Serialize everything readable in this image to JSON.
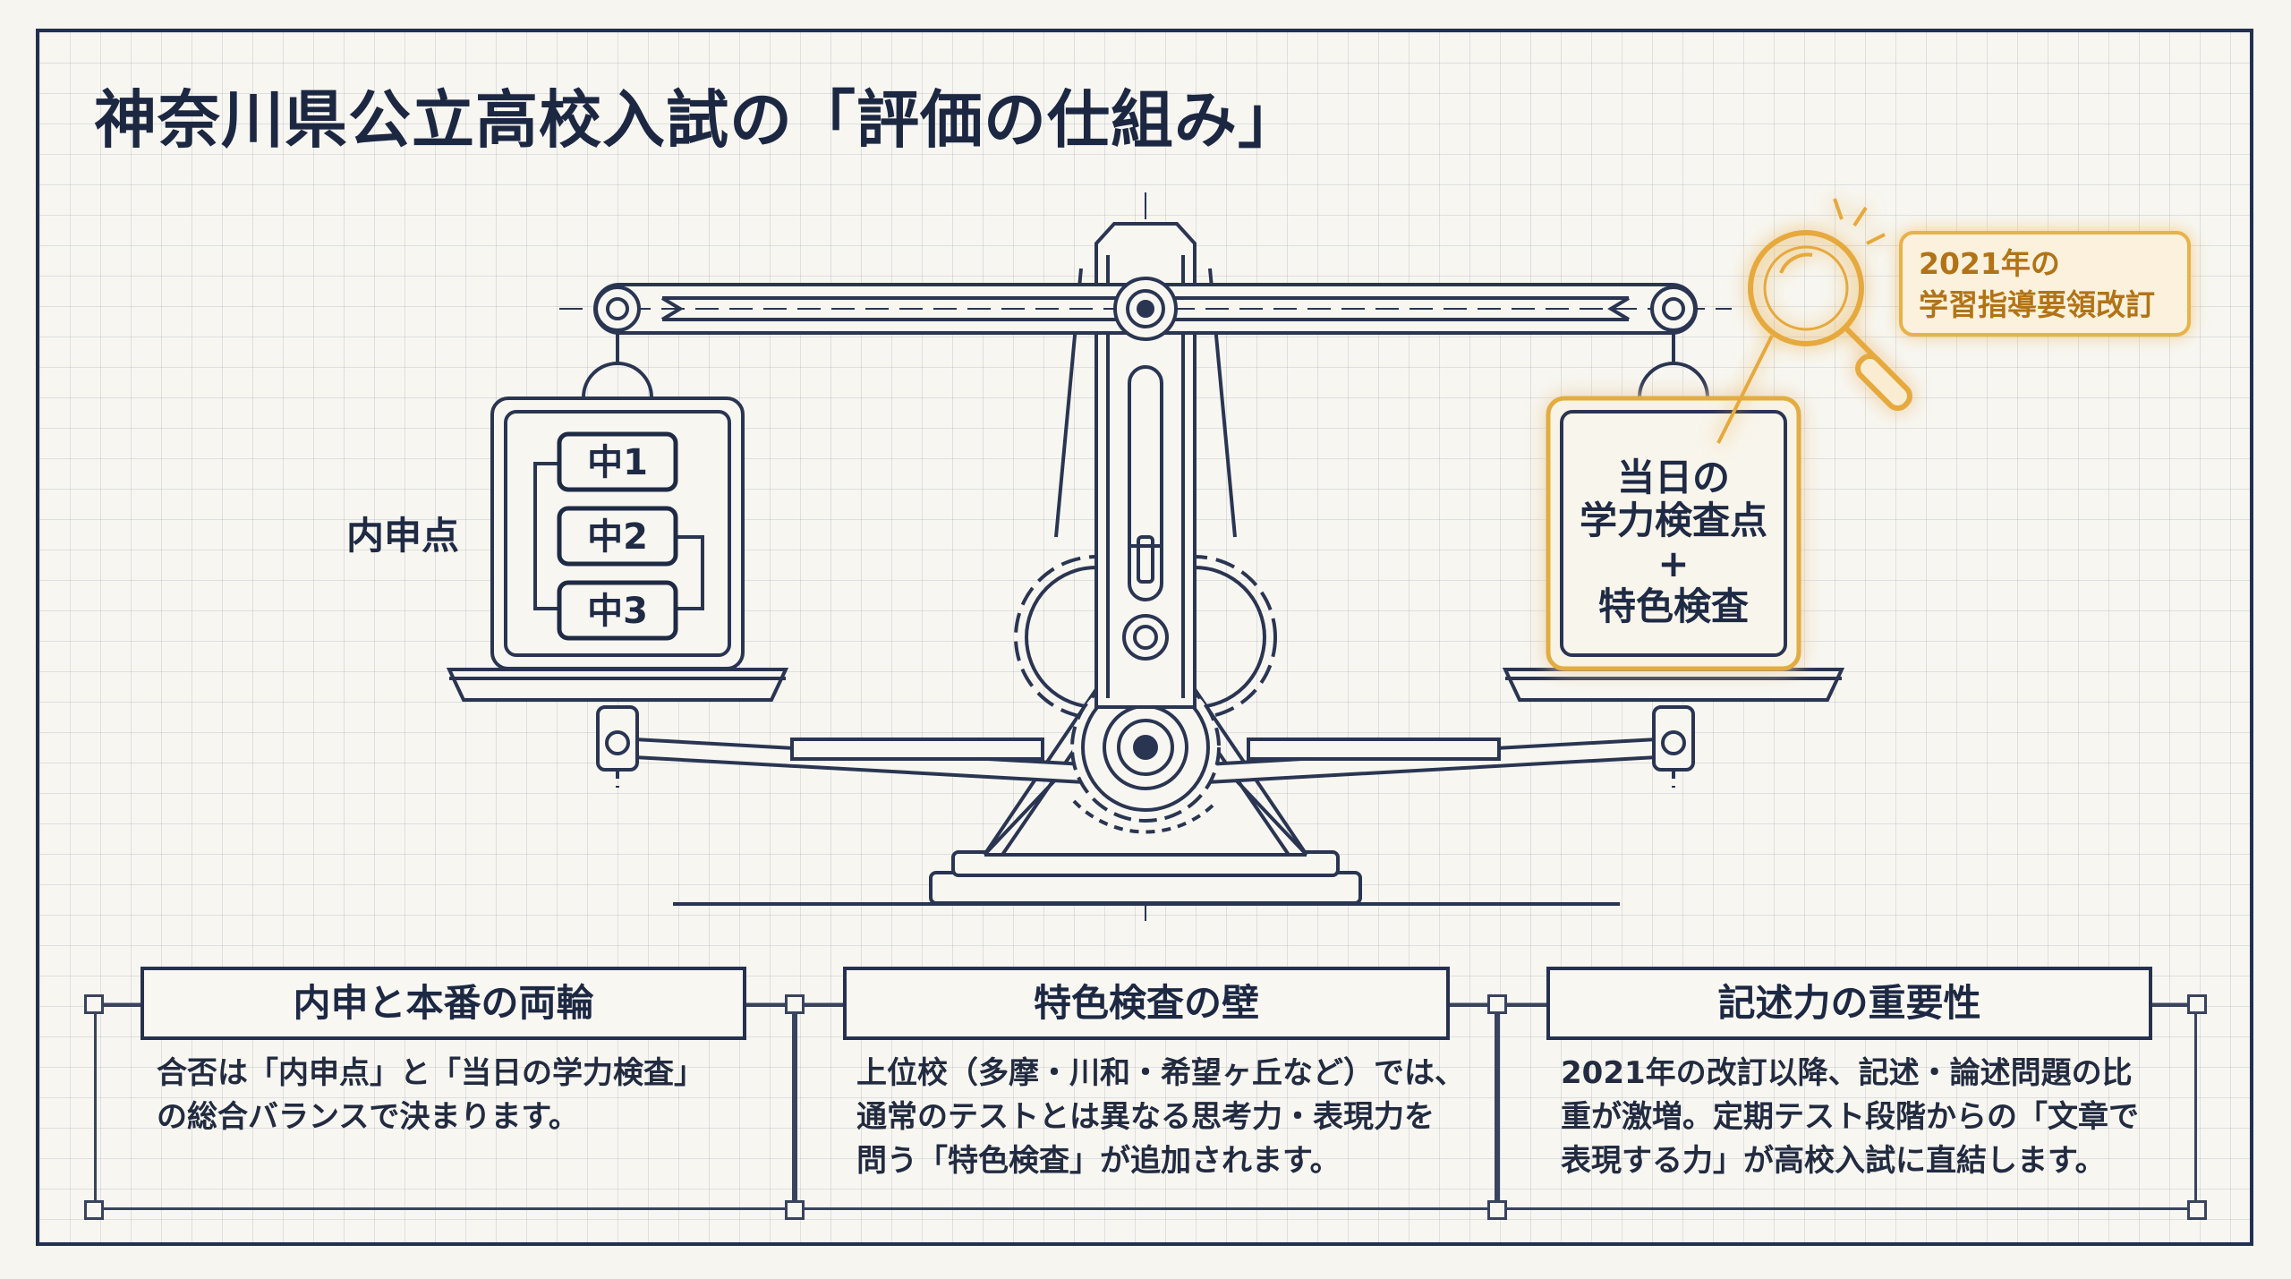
{
  "title": "神奈川県公立高校入試の「評価の仕組み」",
  "left_pan": {
    "side_label": "内申点",
    "items": [
      "中1",
      "中2",
      "中3"
    ]
  },
  "right_pan": {
    "lines": [
      "当日の",
      "学力検査点",
      "+",
      "特色検査"
    ]
  },
  "callout": {
    "lines": [
      "2021年の",
      "学習指導要領改訂"
    ]
  },
  "panels": [
    {
      "title": "内申と本番の両輪",
      "lines": [
        "合否は「内申点」と「当日の学力検査」",
        "の総合バランスで決まります。"
      ]
    },
    {
      "title": "特色検査の壁",
      "lines": [
        "上位校（多摩・川和・希望ヶ丘など）では、",
        "通常のテストとは異なる思考力・表現力を",
        "問う「特色検査」が追加されます。"
      ]
    },
    {
      "title": "記述力の重要性",
      "lines": [
        "2021年の改訂以降、記述・論述問題の比",
        "重が激増。定期テスト段階からの「文章で",
        "表現する力」が高校入試に直結します。"
      ]
    }
  ],
  "colors": {
    "ink": "#1f2a44",
    "accent": "#e8b24a",
    "paper": "#f6f5ef"
  }
}
